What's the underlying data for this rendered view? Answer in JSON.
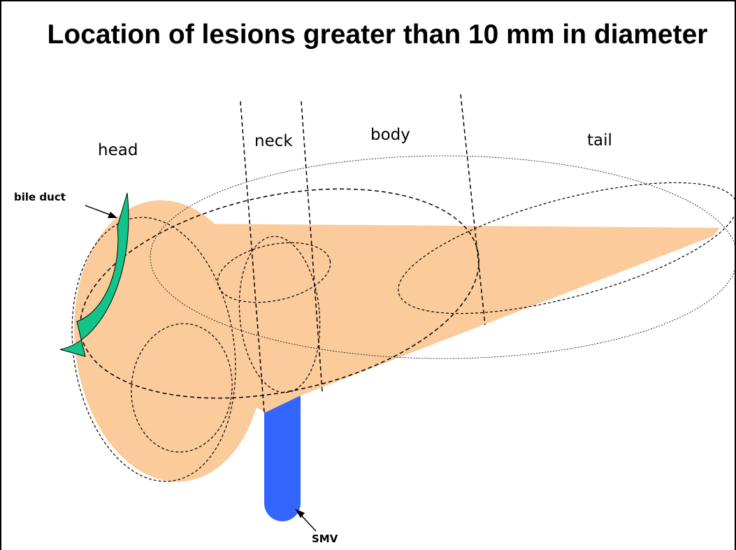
{
  "title": "Location of lesions greater than 10 mm in diameter",
  "regions": {
    "head": "head",
    "neck": "neck",
    "body": "body",
    "tail": "tail"
  },
  "callouts": {
    "bile_duct": "bile duct",
    "smv": "SMV"
  },
  "colors": {
    "pancreas": "#fbcb9c",
    "bile_duct": "#13c48a",
    "smv": "#3366ff",
    "outline": "#000000"
  }
}
